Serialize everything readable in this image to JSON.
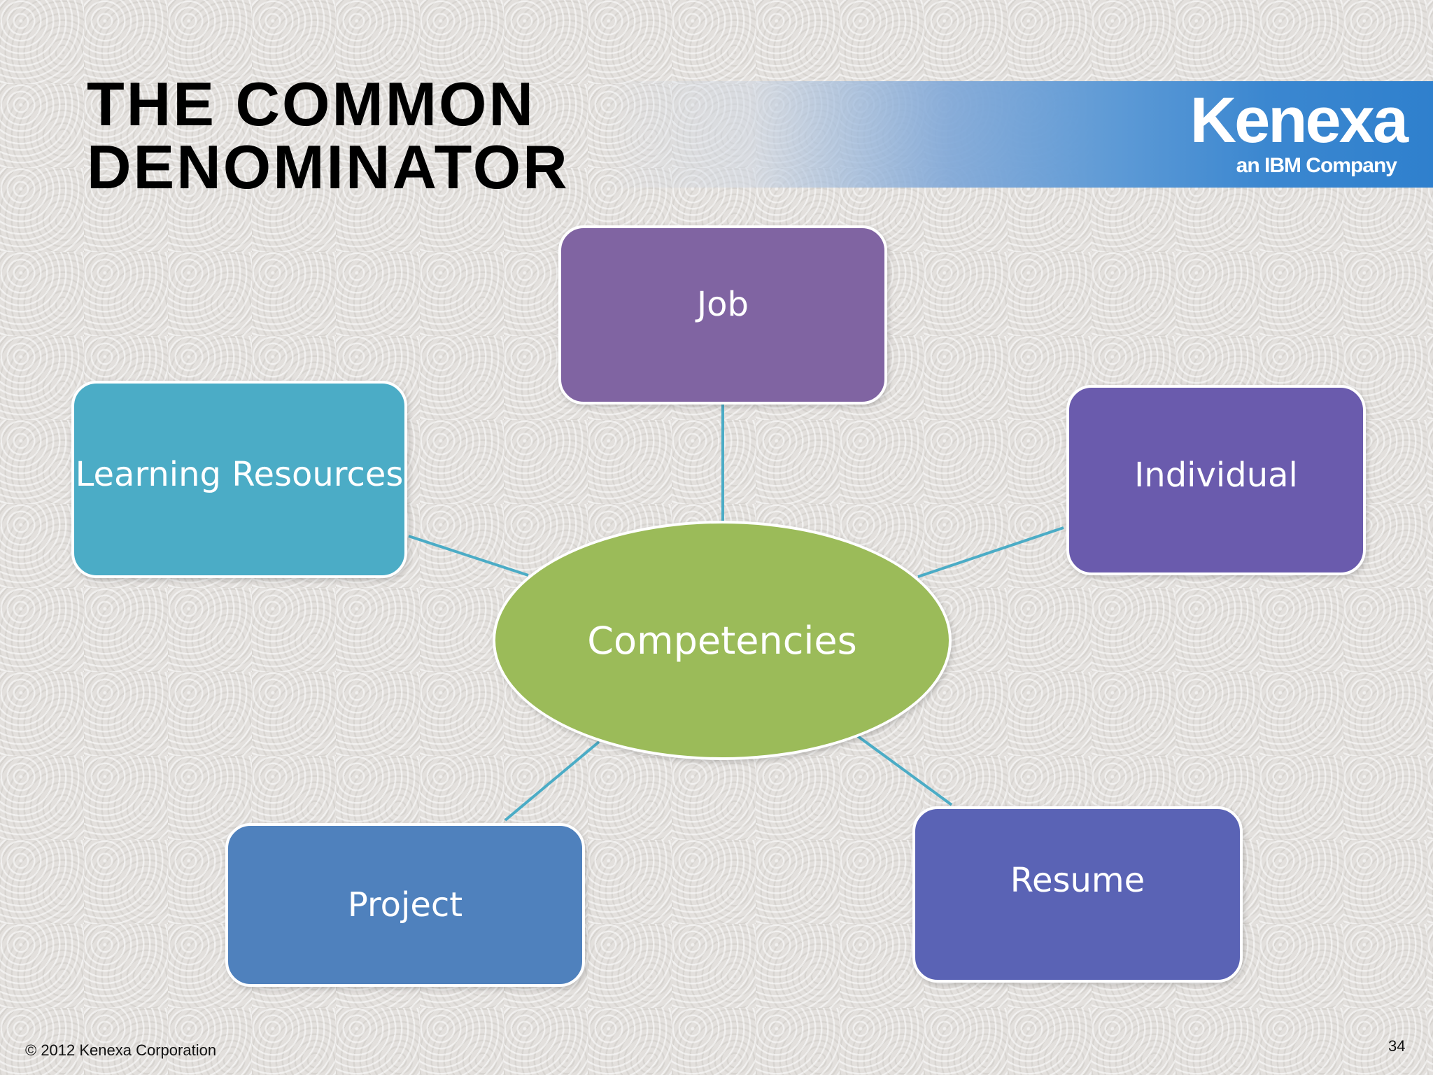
{
  "slide": {
    "title_line1": "THE COMMON",
    "title_line2": "DENOMINATOR",
    "logo": {
      "wordmark": "Kenexa",
      "tagline": "an IBM Company"
    },
    "footer": {
      "copyright": "© 2012 Kenexa Corporation",
      "page_number": "34"
    }
  },
  "diagram": {
    "center": {
      "label": "Competencies",
      "color": "#9bbb59"
    },
    "nodes": [
      {
        "id": "job",
        "label": "Job",
        "color": "#8064a2"
      },
      {
        "id": "learning",
        "label": "Learning Resources",
        "color": "#4bacc6"
      },
      {
        "id": "individual",
        "label": "Individual",
        "color": "#6a5bad"
      },
      {
        "id": "project",
        "label": "Project",
        "color": "#4f81bd"
      },
      {
        "id": "resume",
        "label": "Resume",
        "color": "#5a63b5"
      }
    ],
    "connector_color": "#4bacc6"
  }
}
